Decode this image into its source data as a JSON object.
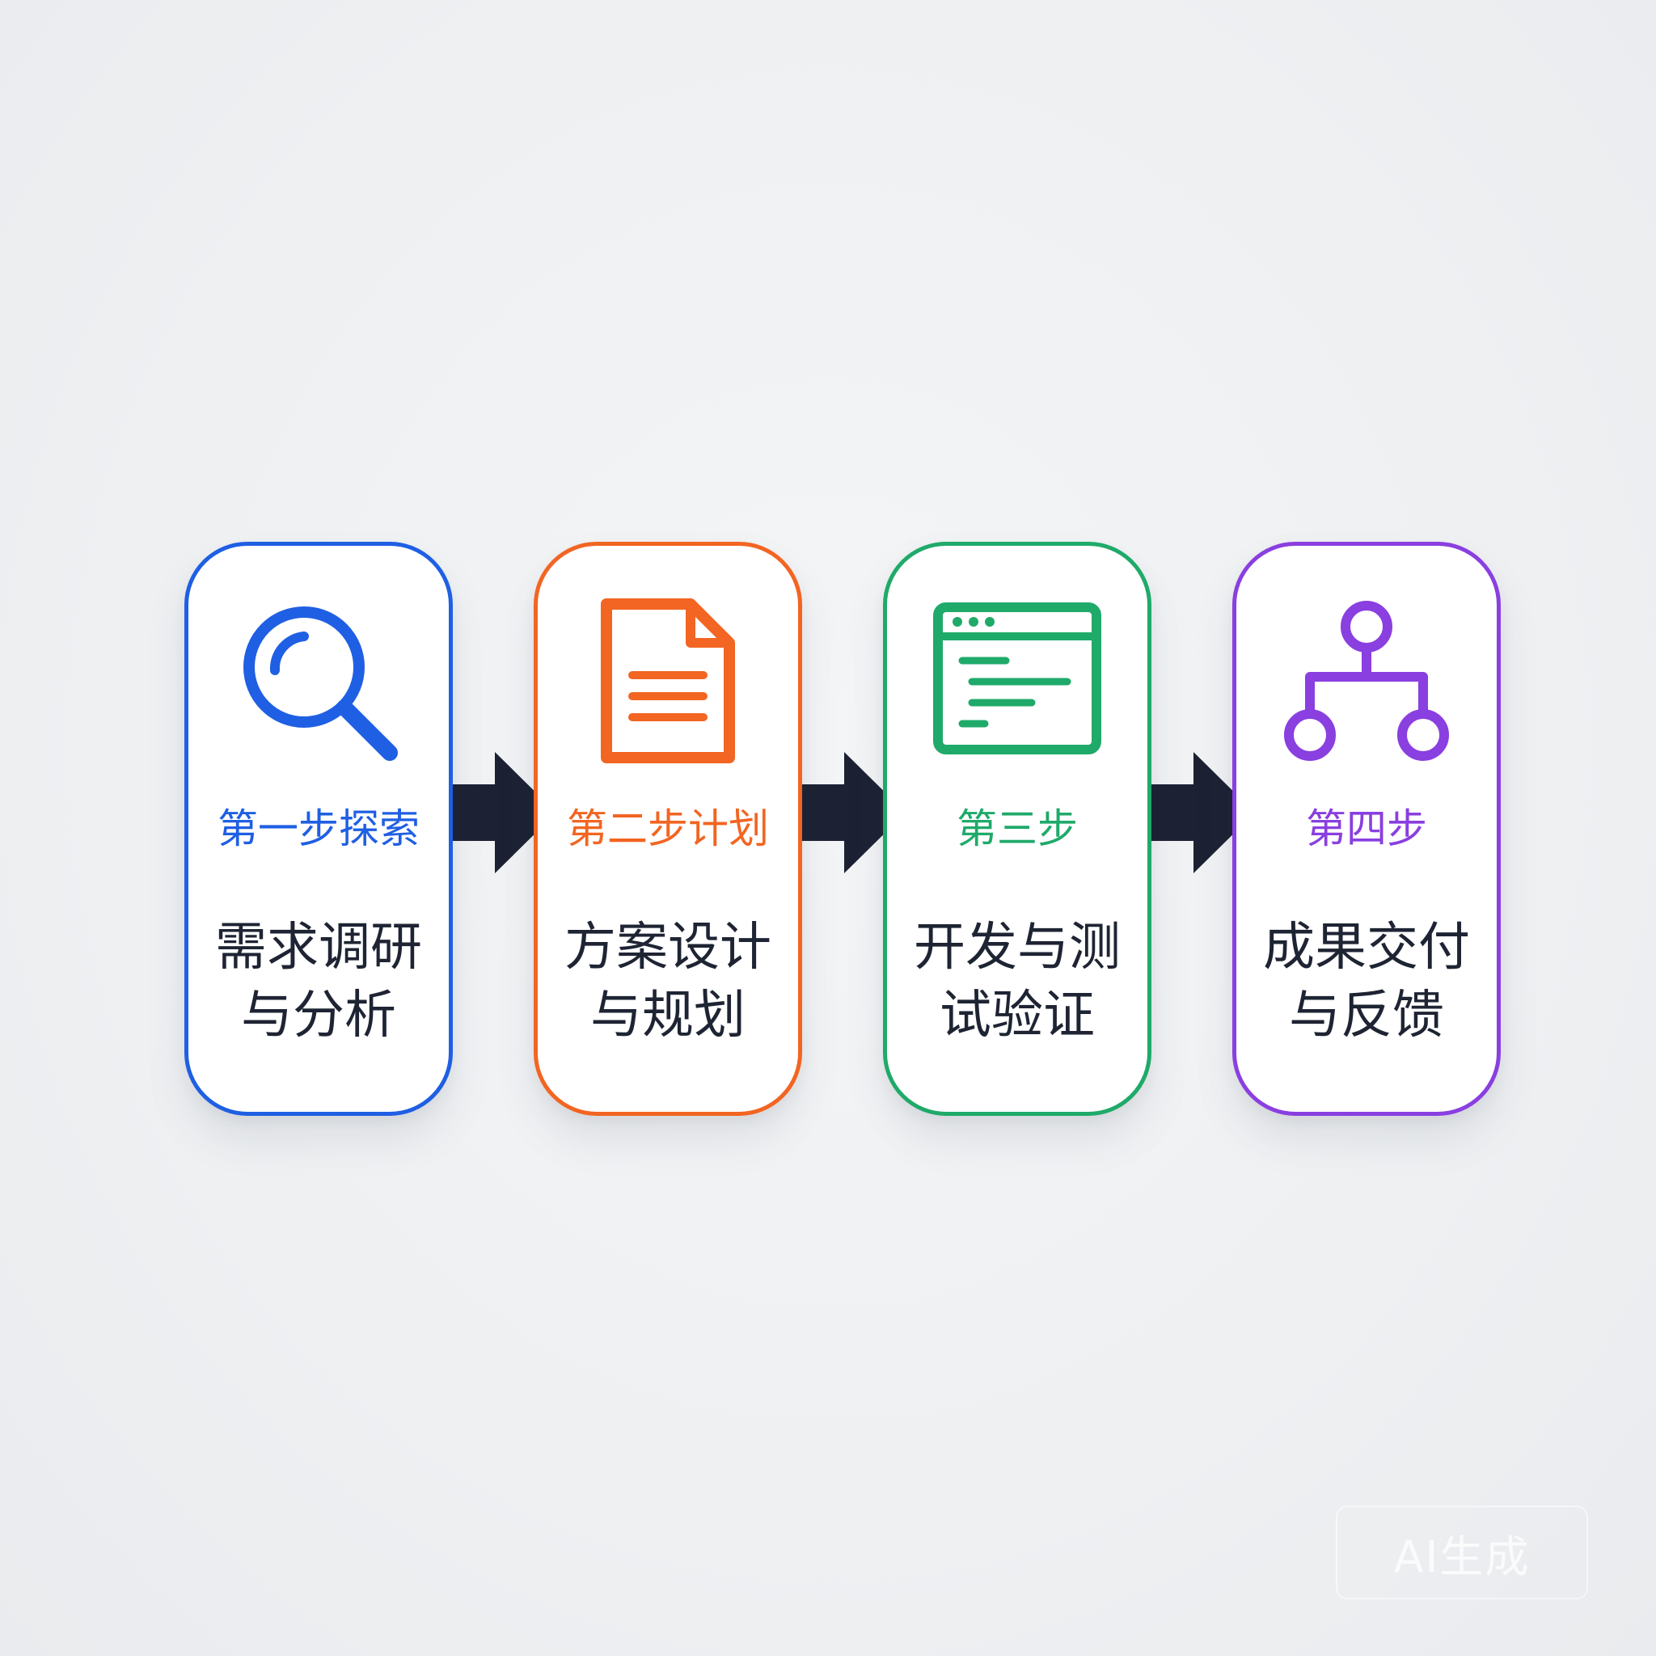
{
  "steps": [
    {
      "label": "第一步探索",
      "desc_line1": "需求调研",
      "desc_line2": "与分析",
      "color": "#1f5fe3",
      "icon": "magnifier-icon"
    },
    {
      "label": "第二步计划",
      "desc_line1": "方案设计",
      "desc_line2": "与规划",
      "color": "#f26522",
      "icon": "document-icon"
    },
    {
      "label": "第三步",
      "desc_line1": "开发与测",
      "desc_line2": "试验证",
      "color": "#1faa6a",
      "icon": "code-window-icon"
    },
    {
      "label": "第四步",
      "desc_line1": "成果交付",
      "desc_line2": "与反馈",
      "color": "#8a3fe0",
      "icon": "hierarchy-icon"
    }
  ],
  "arrow_color": "#1c2233",
  "watermark": "AI生成"
}
